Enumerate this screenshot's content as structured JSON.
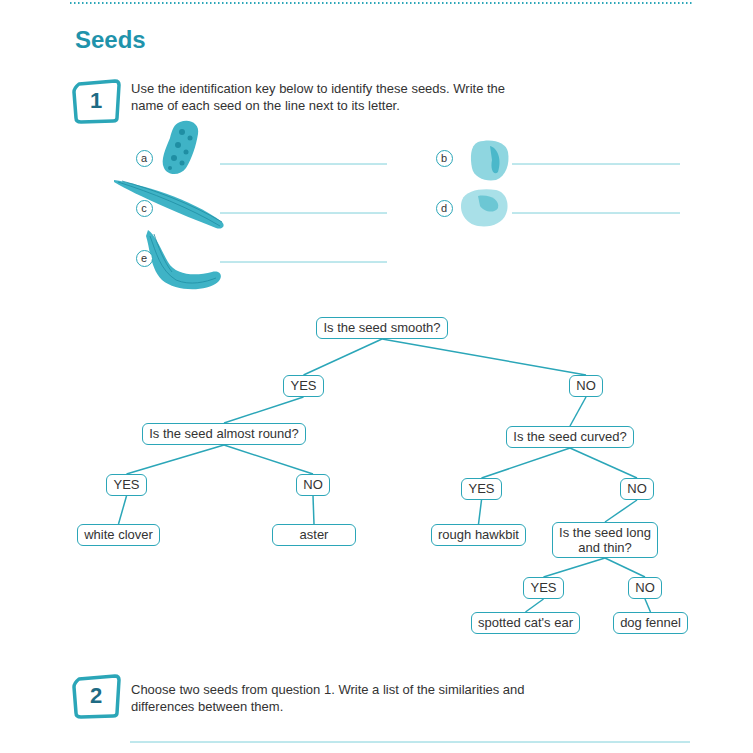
{
  "diagram": {
    "title": "Seeds",
    "nodes": [
      {
        "text": [
          "1"
        ]
      },
      {
        "text": [
          "a"
        ]
      },
      {
        "text": [
          "b"
        ]
      },
      {
        "text": [
          "c"
        ]
      },
      {
        "text": [
          "d"
        ]
      },
      {
        "text": [
          "e"
        ]
      },
      {
        "text": [
          "Is the seed smooth?"
        ]
      },
      {
        "text": [
          "YES"
        ]
      },
      {
        "text": [
          "NO"
        ]
      },
      {
        "text": [
          "Is the seed almost round?"
        ]
      },
      {
        "text": [
          "Is the seed curved?"
        ]
      },
      {
        "text": [
          "YES"
        ]
      },
      {
        "text": [
          "NO"
        ]
      },
      {
        "text": [
          "YES"
        ]
      },
      {
        "text": [
          "NO"
        ]
      },
      {
        "text": [
          "white clover"
        ]
      },
      {
        "text": [
          "aster"
        ]
      },
      {
        "text": [
          "rough hawkbit"
        ]
      },
      {
        "text": [
          "Is the seed long and thin?"
        ]
      },
      {
        "text": [
          "YES"
        ]
      },
      {
        "text": [
          "NO"
        ]
      },
      {
        "text": [
          "spotted cat's ear"
        ]
      },
      {
        "text": [
          "dog fennel"
        ]
      },
      {
        "text": [
          "2"
        ]
      }
    ],
    "edges": [
      {
        "from": 6,
        "to": 7,
        "arrow": "none"
      },
      {
        "from": 6,
        "to": 8,
        "arrow": "none"
      },
      {
        "from": 7,
        "to": 9,
        "arrow": "none"
      },
      {
        "from": 8,
        "to": 10,
        "arrow": "none"
      },
      {
        "from": 9,
        "to": 11,
        "arrow": "none"
      },
      {
        "from": 9,
        "to": 12,
        "arrow": "none"
      },
      {
        "from": 10,
        "to": 13,
        "arrow": "none"
      },
      {
        "from": 10,
        "to": 14,
        "arrow": "none"
      },
      {
        "from": 11,
        "to": 15,
        "arrow": "none"
      },
      {
        "from": 12,
        "to": 16,
        "arrow": "none"
      },
      {
        "from": 13,
        "to": 17,
        "arrow": "none"
      },
      {
        "from": 14,
        "to": 18,
        "arrow": "none"
      },
      {
        "from": 18,
        "to": 19,
        "arrow": "none"
      },
      {
        "from": 18,
        "to": 20,
        "arrow": "none"
      },
      {
        "from": 19,
        "to": 21,
        "arrow": "none"
      },
      {
        "from": 20,
        "to": 22,
        "arrow": "none"
      }
    ],
    "labels": [
      "Use the identification key below to identify these seeds. Write the name of each seed on the line next to its letter.",
      "Choose two seeds from question 1. Write a list of the similarities and differences between them."
    ]
  }
}
